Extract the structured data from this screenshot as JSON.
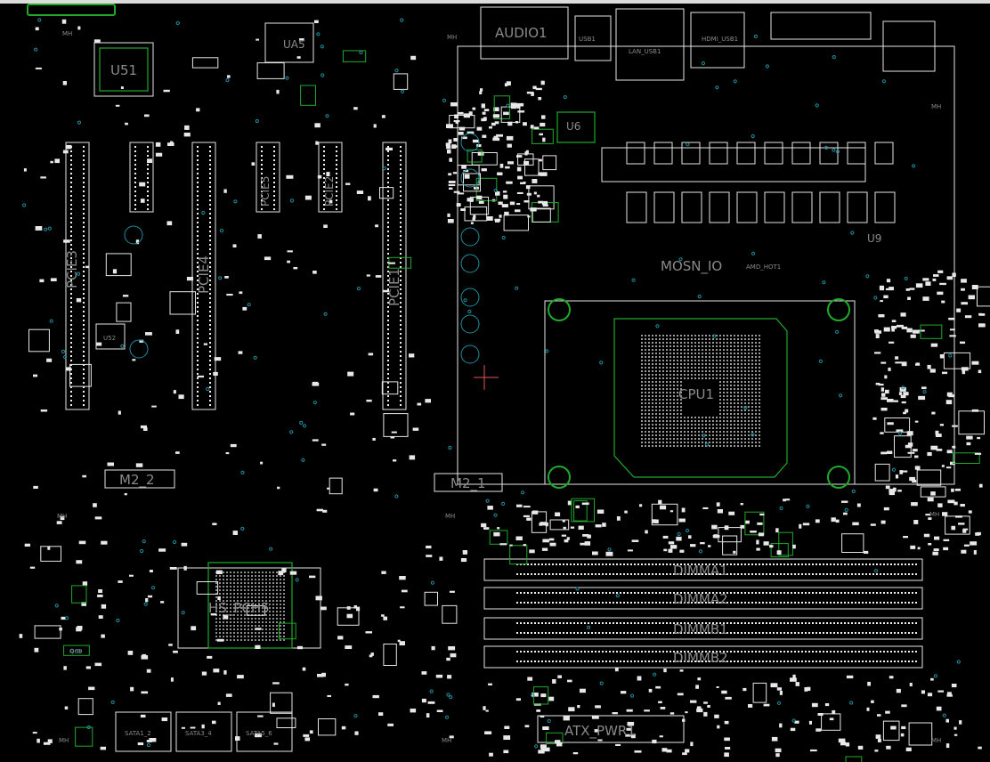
{
  "labels": {
    "audio": "AUDIO1",
    "usb": "USB1",
    "lan": "LAN_USB1",
    "hdmi": "HDMI_USB1",
    "u51": "U51",
    "u52": "U52",
    "ua5": "UA5",
    "u6": "U6",
    "u9": "U9",
    "pcie3": "PCIE3",
    "pcie4": "PCIE4",
    "pcie1": "PCIE1",
    "pcie5": "PCIE5",
    "pcie2": "PCIE2",
    "mosn_io": "MOSN_IO",
    "amd_hot": "AMD_HOT1",
    "cpu": "CPU1",
    "m2_2": "M2_2",
    "m2_1": "M2_1",
    "dimma1": "DIMMA1",
    "dimma2": "DIMMA2",
    "dimmb1": "DIMMB1",
    "dimmb2": "DIMMB2",
    "hs_pch": "HS_PCH5",
    "sata2": "SATA1_2",
    "sata4": "SATA3_4",
    "sata6": "SATA5_6",
    "atx": "ATX_PWR1",
    "q69": "Q69",
    "mh": "MH"
  },
  "colors": {
    "background": "#000000",
    "silkscreen": "#e6e6e6",
    "copper_green": "#1faa2a",
    "via_cyan": "#1e8fa0",
    "label_gray": "#8a8a8a"
  }
}
